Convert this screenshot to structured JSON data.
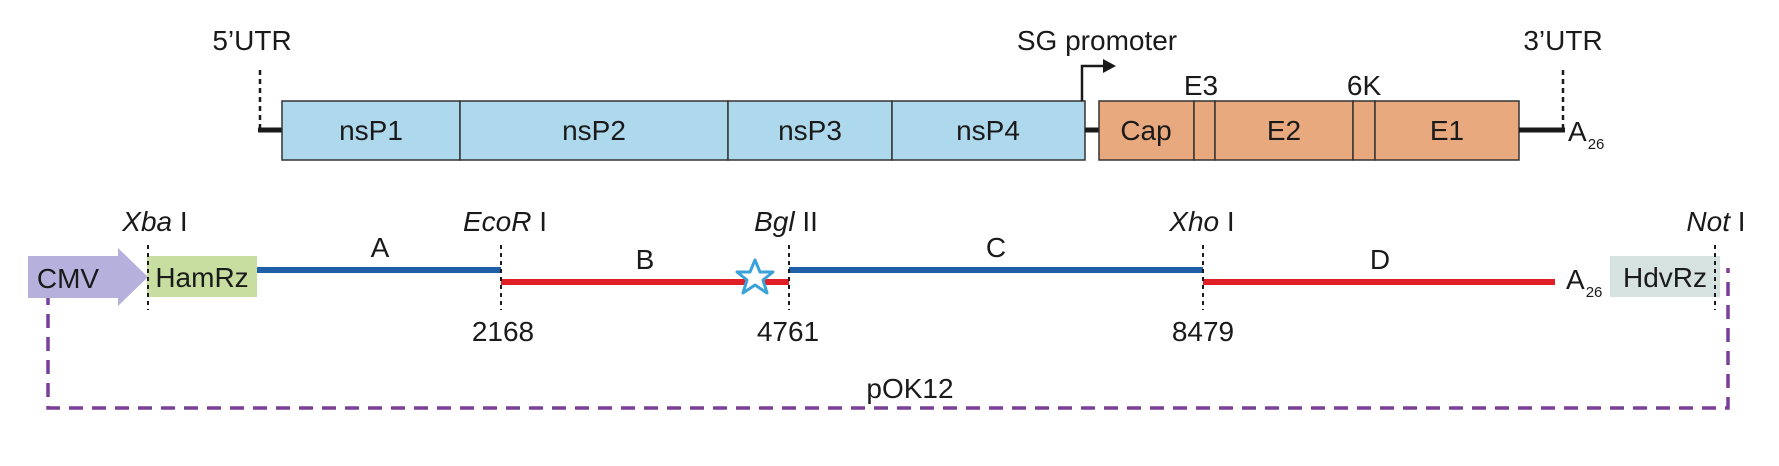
{
  "genome": {
    "utr5_label": "5’UTR",
    "utr3_label": "3’UTR",
    "sg_promoter_label": "SG promoter",
    "polya": {
      "base": "A",
      "sub": "26"
    },
    "nonstructural": [
      {
        "label": "nsP1"
      },
      {
        "label": "nsP2"
      },
      {
        "label": "nsP3"
      },
      {
        "label": "nsP4"
      }
    ],
    "structural": [
      {
        "label": "Cap"
      },
      {
        "label": ""
      },
      {
        "label": "E2"
      },
      {
        "label": ""
      },
      {
        "label": "E1"
      }
    ],
    "structural_above": [
      {
        "label": "E3"
      },
      {
        "label": "6K"
      }
    ],
    "colors": {
      "nonstructural": "#aed8ec",
      "structural": "#e8a97e",
      "outline": "#333333"
    }
  },
  "construct": {
    "cmv_label": "CMV",
    "hamrz_label": "HamRz",
    "hdvrz_label": "HdvRz",
    "polya": {
      "base": "A",
      "sub": "26"
    },
    "plasmid_label": "pOK12",
    "sites": [
      {
        "italic": "Xba",
        "rest": " I",
        "position": ""
      },
      {
        "italic": "EcoR",
        "rest": " I",
        "position": "2168"
      },
      {
        "italic": "Bgl",
        "rest": " II",
        "position": "4761"
      },
      {
        "italic": "Xho",
        "rest": " I",
        "position": "8479"
      },
      {
        "italic": "Not",
        "rest": " I",
        "position": ""
      }
    ],
    "fragments": [
      {
        "label": "A",
        "color": "#1f5fa8"
      },
      {
        "label": "B",
        "color": "#e01f26"
      },
      {
        "label": "C",
        "color": "#1f5fa8"
      },
      {
        "label": "D",
        "color": "#e01f26"
      }
    ],
    "colors": {
      "cmv": "#b6b0dd",
      "hamrz": "#c7dea0",
      "hdvrz": "#d5e2df",
      "plasmid": "#7b3f98",
      "star": "#3ba2d8"
    }
  }
}
